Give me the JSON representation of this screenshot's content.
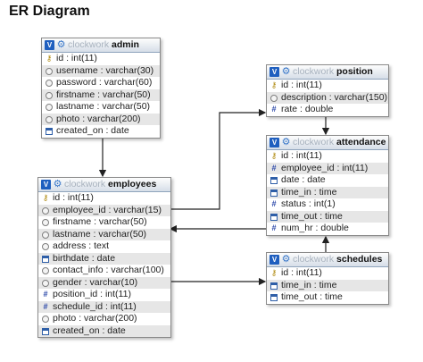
{
  "title": "ER Diagram",
  "db_name": "clockwork",
  "tables": [
    {
      "key": "admin",
      "name": "admin",
      "fields": [
        {
          "text": "id : int(11)",
          "icon": "key-icon"
        },
        {
          "text": "username : varchar(30)",
          "icon": "field-icon"
        },
        {
          "text": "password : varchar(60)",
          "icon": "field-icon"
        },
        {
          "text": "firstname : varchar(50)",
          "icon": "field-icon"
        },
        {
          "text": "lastname : varchar(50)",
          "icon": "field-icon"
        },
        {
          "text": "photo : varchar(200)",
          "icon": "field-icon"
        },
        {
          "text": "created_on : date",
          "icon": "date-icon"
        }
      ]
    },
    {
      "key": "employees",
      "name": "employees",
      "fields": [
        {
          "text": "id : int(11)",
          "icon": "key-icon"
        },
        {
          "text": "employee_id : varchar(15)",
          "icon": "field-icon"
        },
        {
          "text": "firstname : varchar(50)",
          "icon": "field-icon"
        },
        {
          "text": "lastname : varchar(50)",
          "icon": "field-icon"
        },
        {
          "text": "address : text",
          "icon": "field-icon"
        },
        {
          "text": "birthdate : date",
          "icon": "date-icon"
        },
        {
          "text": "contact_info : varchar(100)",
          "icon": "field-icon"
        },
        {
          "text": "gender : varchar(10)",
          "icon": "field-icon"
        },
        {
          "text": "position_id : int(11)",
          "icon": "number-icon"
        },
        {
          "text": "schedule_id : int(11)",
          "icon": "number-icon"
        },
        {
          "text": "photo : varchar(200)",
          "icon": "field-icon"
        },
        {
          "text": "created_on : date",
          "icon": "date-icon"
        }
      ]
    },
    {
      "key": "position",
      "name": "position",
      "fields": [
        {
          "text": "id : int(11)",
          "icon": "key-icon"
        },
        {
          "text": "description : varchar(150)",
          "icon": "field-icon"
        },
        {
          "text": "rate : double",
          "icon": "number-icon"
        }
      ]
    },
    {
      "key": "attendance",
      "name": "attendance",
      "fields": [
        {
          "text": "id : int(11)",
          "icon": "key-icon"
        },
        {
          "text": "employee_id : int(11)",
          "icon": "number-icon"
        },
        {
          "text": "date : date",
          "icon": "date-icon"
        },
        {
          "text": "time_in : time",
          "icon": "date-icon"
        },
        {
          "text": "status : int(1)",
          "icon": "number-icon"
        },
        {
          "text": "time_out : time",
          "icon": "date-icon"
        },
        {
          "text": "num_hr : double",
          "icon": "number-icon"
        }
      ]
    },
    {
      "key": "schedules",
      "name": "schedules",
      "fields": [
        {
          "text": "id : int(11)",
          "icon": "key-icon"
        },
        {
          "text": "time_in : time",
          "icon": "date-icon"
        },
        {
          "text": "time_out : time",
          "icon": "date-icon"
        }
      ]
    }
  ],
  "relations": [
    {
      "from": "admin",
      "to": "employees"
    },
    {
      "from": "employees.employee_id",
      "to": "position"
    },
    {
      "from": "position",
      "to": "attendance"
    },
    {
      "from": "attendance.num_hr",
      "to": "employees"
    },
    {
      "from": "schedules",
      "to": "attendance"
    },
    {
      "from": "employees.gender",
      "to": "schedules"
    }
  ]
}
